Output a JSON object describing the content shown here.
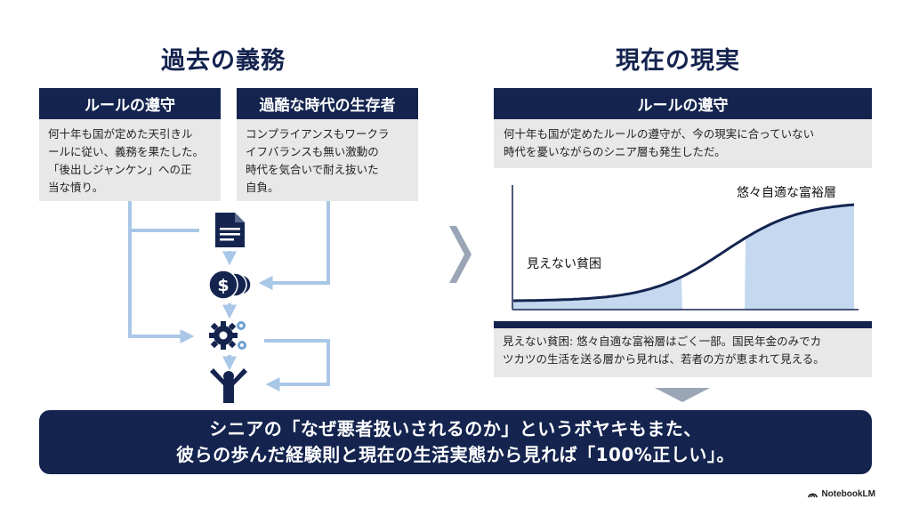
{
  "left": {
    "title": "過去の義務",
    "card1": {
      "header": "ルールの遵守",
      "lines": [
        "何十年も国が定めた天引きル",
        "ールに従い、義務を果たした。",
        "「後出しジャンケン」への正",
        "当な憤り。"
      ]
    },
    "card2": {
      "header": "過酷な時代の生存者",
      "lines": [
        "コンプライアンスもワークラ",
        "イフバランスも無い激動の",
        "時代を気合いで耐え抜いた",
        "自負。"
      ]
    },
    "icons": [
      "document-icon",
      "coins-icon",
      "gears-icon",
      "person-raising-arms-icon"
    ]
  },
  "right": {
    "title": "現在の現実",
    "card": {
      "header": "ルールの遵守",
      "lines": [
        "何十年も国が定めたルールの遵守が、今の現実に合っていない",
        "時代を憂いながらのシニア層も発生しただ。"
      ]
    },
    "chart_data": {
      "type": "area",
      "title": "",
      "xlabel": "",
      "ylabel": "",
      "annotations": [
        "見えない貧困",
        "悠々自適な富裕層"
      ],
      "curve": "sigmoid rising from low-left to high-right",
      "highlighted_regions": [
        "left (見えない貧困)",
        "right (悠々自適な富裕層)"
      ]
    },
    "note_lines": [
      "見えない貧困: 悠々自適な富裕層はごく一部。国民年金のみでカ",
      "ツカツの生活を送る層から見れば、若者の方が恵まれて見える。"
    ]
  },
  "banner": {
    "lines": [
      "シニアの「なぜ悪者扱いされるのか」というボヤキもまた、",
      "彼らの歩んだ経験則と現在の生活実態から見れば「100%正しい」。"
    ]
  },
  "brand": "NotebookLM",
  "colors": {
    "navy": "#14244f",
    "panel": "#e8e8e8",
    "arrow": "#a9c7e6",
    "shade": "#c4d9ef",
    "chevron": "#9aa6b6"
  }
}
